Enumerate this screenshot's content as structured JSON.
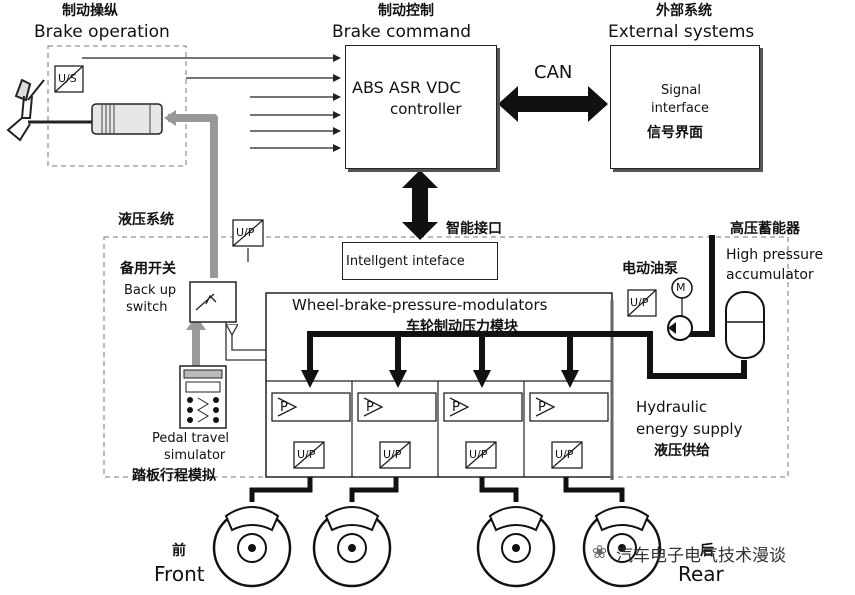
{
  "operation": {
    "cn": "制动操纵",
    "en": "Brake operation",
    "us_label": "U/S"
  },
  "command": {
    "cn": "制动控制",
    "en": "Brake command",
    "controller_line1": "ABS ASR VDC",
    "controller_line2": "controller"
  },
  "external": {
    "cn": "外部系统",
    "en": "External systems",
    "signal_line1": "Signal",
    "signal_line2": "interface",
    "signal_cn": "信号界面"
  },
  "can_label": "CAN",
  "hydraulic_system_cn": "液压系统",
  "smart_interface_cn": "智能接口",
  "intelligent_interface": "Intellgent inteface",
  "accumulator": {
    "cn": "高压蓄能器",
    "line1": "High pressure",
    "line2": "accumulator"
  },
  "pump": {
    "cn": "电动油泵",
    "motor_symbol": "M"
  },
  "backup": {
    "cn": "备用开关",
    "line1": "Back up",
    "line2": "switch"
  },
  "modulators": {
    "en": "Wheel-brake-pressure-modulators",
    "cn": "车轮制动压力模块",
    "p_label": "P",
    "up_label": "U/P"
  },
  "pedal_sim": {
    "line1": "Pedal travel",
    "line2": "simulator",
    "cn": "踏板行程模拟"
  },
  "energy": {
    "line1": "Hydraulic",
    "line2": "energy supply",
    "cn": "液压供给"
  },
  "front": {
    "cn": "前",
    "en": "Front"
  },
  "rear": {
    "cn": "后",
    "en": "Rear"
  },
  "watermark": "汽车电子电气技术漫谈"
}
